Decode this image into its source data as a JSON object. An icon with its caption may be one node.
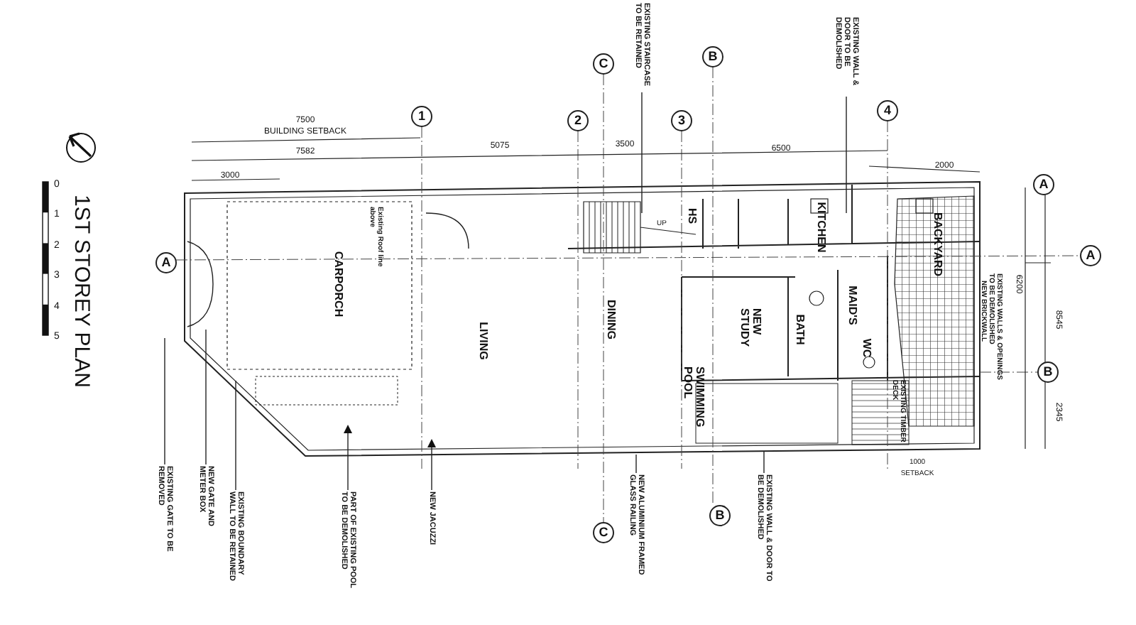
{
  "diagram": {
    "title": "1ST STOREY PLAN",
    "nodes": [
      {
        "text": [
          "EXISTING STAIRCASE TO BE RETAINED"
        ]
      },
      {
        "text": [
          "EXISTING WALL & DOOR TO BE DEMOLISHED"
        ]
      },
      {
        "text": [
          "EXISTING GATE TO BE REMOVED"
        ]
      },
      {
        "text": [
          "NEW GATE AND METER BOX"
        ]
      },
      {
        "text": [
          "EXISTING BOUNDARY WALL TO BE RETAINED"
        ]
      },
      {
        "text": [
          "PART OF EXISTING POOL TO BE DEMOLISHED"
        ]
      },
      {
        "text": [
          "NEW JACUZZI"
        ]
      },
      {
        "text": [
          "NEW ALUMINIUM FRAMED GLASS RAILING"
        ]
      },
      {
        "text": [
          "EXISTING WALL & DOOR TO BE DEMOLISHED"
        ]
      }
    ],
    "edges": [
      {
        "from": 0,
        "to": null,
        "arrow": "none"
      },
      {
        "from": 1,
        "to": null,
        "arrow": "none"
      },
      {
        "from": 2,
        "to": null,
        "arrow": "none"
      },
      {
        "from": 3,
        "to": null,
        "arrow": "none"
      },
      {
        "from": 4,
        "to": null,
        "arrow": "none"
      },
      {
        "from": 5,
        "to": null,
        "arrow": "to"
      },
      {
        "from": 6,
        "to": null,
        "arrow": "to"
      },
      {
        "from": 7,
        "to": null,
        "arrow": "none"
      },
      {
        "from": 8,
        "to": null,
        "arrow": "none"
      }
    ],
    "labels": [
      "7500",
      "BUILDING SETBACK",
      "7582",
      "5075",
      "3500",
      "6500",
      "3000",
      "2000",
      "0",
      "1",
      "2",
      "3",
      "4",
      "5",
      "C",
      "B",
      "1",
      "2",
      "3",
      "4",
      "A",
      "A",
      "A",
      "B",
      "C",
      "B",
      "6200",
      "8545",
      "2345",
      "Existing Roof line above",
      "CARPORCH",
      "HS",
      "UP",
      "KITCHEN",
      "BACKYARD",
      "LIVING",
      "DINING",
      "NEW STUDY",
      "BATH",
      "MAID'S",
      "WC",
      "NEW BRICKWALL",
      "EXISTING WALLS & OPENINGS TO BE DEMOLISHED",
      "SWIMMING POOL",
      "EXISTING TIMBER DECK",
      "1000",
      "SETBACK"
    ]
  }
}
